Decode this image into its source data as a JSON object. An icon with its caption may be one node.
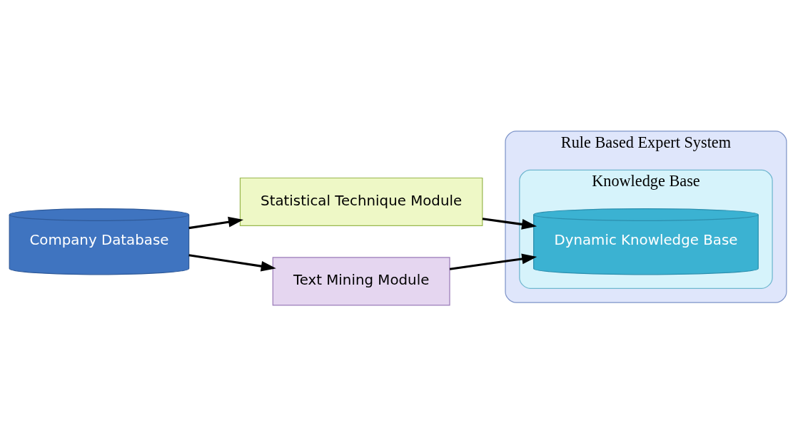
{
  "diagram": {
    "nodes": [
      {
        "text": [
          "Rule Based Expert System"
        ]
      },
      {
        "text": [
          "Knowledge Base"
        ],
        "in": 0
      },
      {
        "text": [
          "Dynamic Knowledge Base"
        ],
        "in": 1
      },
      {
        "text": [
          "Company Database"
        ]
      },
      {
        "text": [
          "Statistical Technique Module"
        ]
      },
      {
        "text": [
          "Text Mining Module"
        ]
      }
    ],
    "edges": [
      {
        "from": 3,
        "to": 4,
        "arrow": "to"
      },
      {
        "from": 3,
        "to": 5,
        "arrow": "to"
      },
      {
        "from": 4,
        "to": 2,
        "arrow": "to"
      },
      {
        "from": 5,
        "to": 2,
        "arrow": "to"
      }
    ]
  }
}
